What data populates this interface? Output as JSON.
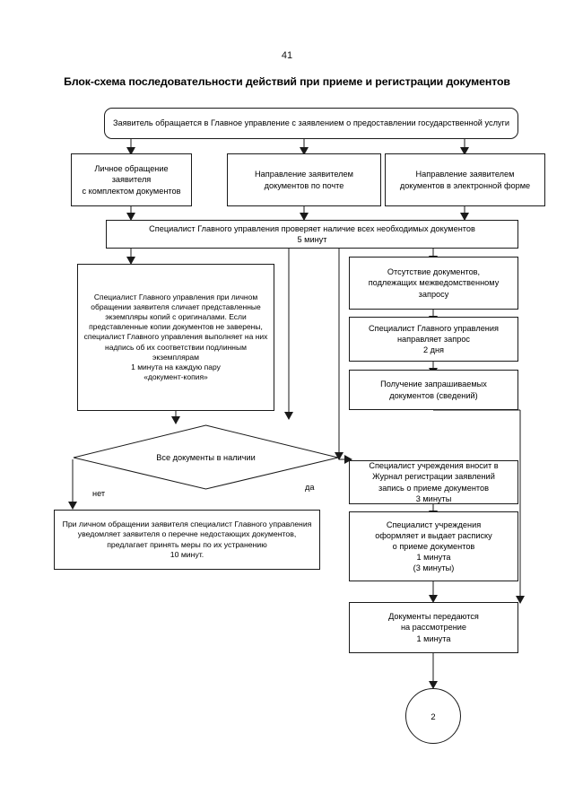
{
  "page": {
    "number": "41",
    "title": "Блок-схема последовательности действий при приеме и регистрации документов"
  },
  "chart_data": {
    "type": "diagram",
    "diagram_kind": "flowchart",
    "orientation": "top-to-bottom",
    "title": "Блок-схема последовательности действий при приеме и регистрации документов",
    "nodes": [
      {
        "id": "n1",
        "shape": "rounded-rect",
        "text": "Заявитель обращается в Главное управление с заявлением о предоставлении государственной услуги"
      },
      {
        "id": "n2",
        "shape": "rect",
        "text": "Личное обращение заявителя\nс комплектом документов"
      },
      {
        "id": "n3",
        "shape": "rect",
        "text": "Направление заявителем\nдокументов по почте"
      },
      {
        "id": "n4",
        "shape": "rect",
        "text": "Направление заявителем\nдокументов в электронной форме"
      },
      {
        "id": "n5",
        "shape": "rect",
        "text": "Специалист Главного управления проверяет наличие всех необходимых документов\n5 минут"
      },
      {
        "id": "n6",
        "shape": "rect",
        "text": "Специалист Главного управления при личном обращении заявителя сличает представленные экземпляры копий с оригиналами. Если представленные копии документов не заверены, специалист Главного управления выполняет на них надпись об их соответствии подлинным экземплярам\n1 минута на каждую пару\n«документ-копия»"
      },
      {
        "id": "n7",
        "shape": "rect",
        "text": "Отсутствие документов,\nподлежащих межведомственному\nзапросу"
      },
      {
        "id": "n8",
        "shape": "rect",
        "text": "Специалист Главного управления\nнаправляет запрос\n2 дня"
      },
      {
        "id": "n9",
        "shape": "rect",
        "text": "Получение запрашиваемых\nдокументов (сведений)"
      },
      {
        "id": "n10",
        "shape": "diamond",
        "text": "Все документы в наличии"
      },
      {
        "id": "n11",
        "shape": "rect",
        "text": "При личном обращении заявителя специалист Главного управления уведомляет заявителя о перечне недостающих документов, предлагает принять меры по их устранению\n10 минут."
      },
      {
        "id": "n12",
        "shape": "rect",
        "text": "Специалист учреждения вносит в\nЖурнал регистрации заявлений\nзапись о приеме документов\n3 минуты"
      },
      {
        "id": "n13",
        "shape": "rect",
        "text": "Специалист учреждения\nоформляет и выдает расписку\nо приеме документов\n1 минута\n(3 минуты)"
      },
      {
        "id": "n14",
        "shape": "rect",
        "text": "Документы передаются\nна рассмотрение\n1 минута"
      },
      {
        "id": "n15",
        "shape": "circle",
        "text": "2"
      }
    ],
    "edges": [
      {
        "from": "n1",
        "to": "n2",
        "label": ""
      },
      {
        "from": "n1",
        "to": "n3",
        "label": ""
      },
      {
        "from": "n1",
        "to": "n4",
        "label": ""
      },
      {
        "from": "n2",
        "to": "n5",
        "label": ""
      },
      {
        "from": "n3",
        "to": "n5",
        "label": ""
      },
      {
        "from": "n4",
        "to": "n5",
        "label": ""
      },
      {
        "from": "n5",
        "to": "n6",
        "label": ""
      },
      {
        "from": "n5",
        "to": "n7",
        "label": ""
      },
      {
        "from": "n5",
        "to": "n10",
        "label": ""
      },
      {
        "from": "n5",
        "to": "n12",
        "label": ""
      },
      {
        "from": "n7",
        "to": "n8",
        "label": ""
      },
      {
        "from": "n8",
        "to": "n9",
        "label": ""
      },
      {
        "from": "n9",
        "to": "n14",
        "label": ""
      },
      {
        "from": "n6",
        "to": "n10",
        "label": ""
      },
      {
        "from": "n10",
        "to": "n11",
        "label": "нет"
      },
      {
        "from": "n10",
        "to": "n12",
        "label": "да"
      },
      {
        "from": "n12",
        "to": "n13",
        "label": ""
      },
      {
        "from": "n13",
        "to": "n14",
        "label": ""
      },
      {
        "from": "n14",
        "to": "n15",
        "label": ""
      }
    ],
    "edge_labels": {
      "no": "нет",
      "yes": "да"
    }
  }
}
